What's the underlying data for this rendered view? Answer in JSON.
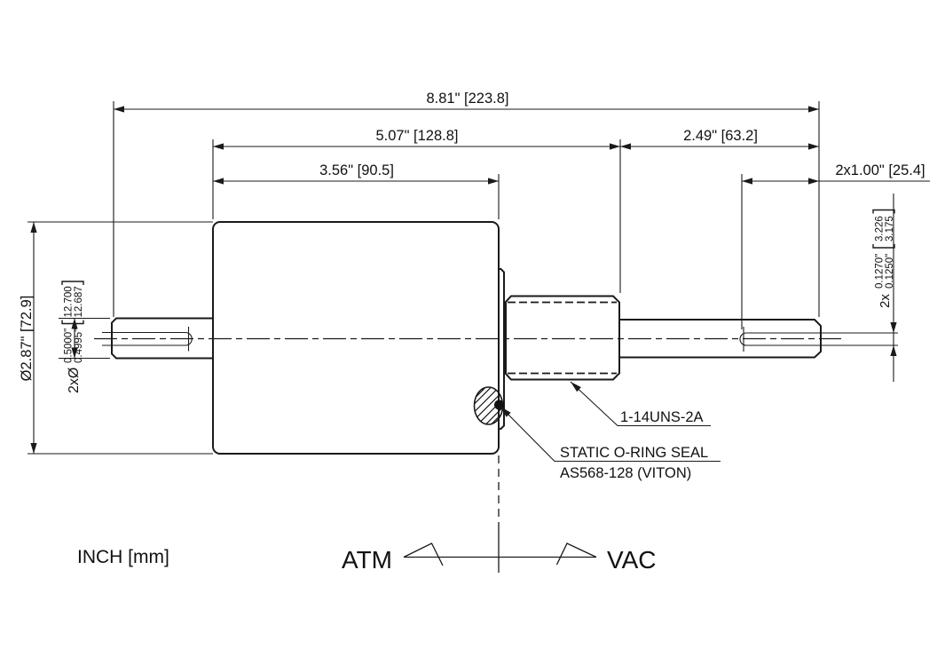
{
  "units_label": "INCH [mm]",
  "flow": {
    "left": "ATM",
    "right": "VAC"
  },
  "callouts": {
    "thread": "1-14UNS-2A",
    "oring_line1": "STATIC O-RING SEAL",
    "oring_line2": "AS568-128 (VITON)"
  },
  "dims": {
    "overall": "8.81\" [223.8]",
    "to_thread_end": "5.07\" [128.8]",
    "to_flange": "3.56\" [90.5]",
    "thread_section": "2.49\" [63.2]",
    "flat_length": "2x1.00\" [25.4]",
    "body_dia": "Ø2.87\" [72.9]",
    "shaft_dia": {
      "prefix": "2xØ",
      "in_hi": "0.5000\"",
      "in_lo": "0.4995\"",
      "mm_hi": "12.700",
      "mm_lo": "12.687"
    },
    "flat_depth": {
      "prefix": "2x",
      "in_hi": "0.1270\"",
      "in_lo": "0.1250\"",
      "mm_hi": "3.226",
      "mm_lo": "3.175"
    }
  },
  "colors": {
    "line": "#1a1a1a",
    "background": "#ffffff"
  }
}
